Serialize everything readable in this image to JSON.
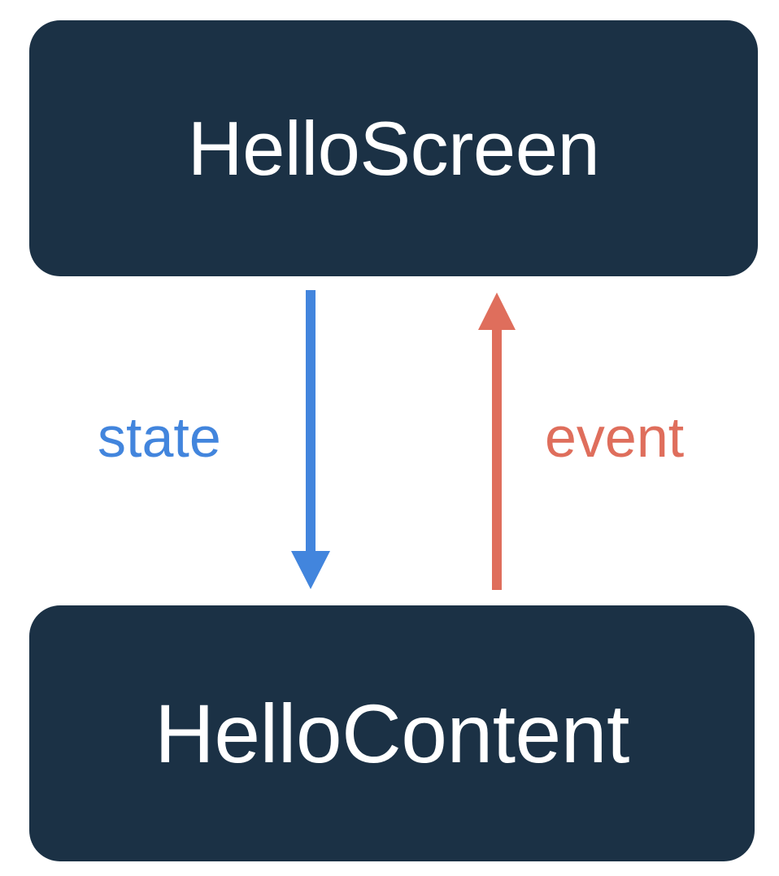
{
  "diagram": {
    "title": "HelloScreen / HelloContent state-event flow",
    "background": "#ffffff",
    "nodes": [
      {
        "id": "hello-screen",
        "label": "HelloScreen",
        "fill": "#1b3145",
        "text_color": "#ffffff"
      },
      {
        "id": "hello-content",
        "label": "HelloContent",
        "fill": "#1b3145",
        "text_color": "#ffffff"
      }
    ],
    "edges": [
      {
        "id": "state-edge",
        "label": "state",
        "color": "#4285dd",
        "from": "hello-screen",
        "to": "hello-content",
        "direction": "down"
      },
      {
        "id": "event-edge",
        "label": "event",
        "color": "#df6e5c",
        "from": "hello-content",
        "to": "hello-screen",
        "direction": "up"
      }
    ]
  }
}
